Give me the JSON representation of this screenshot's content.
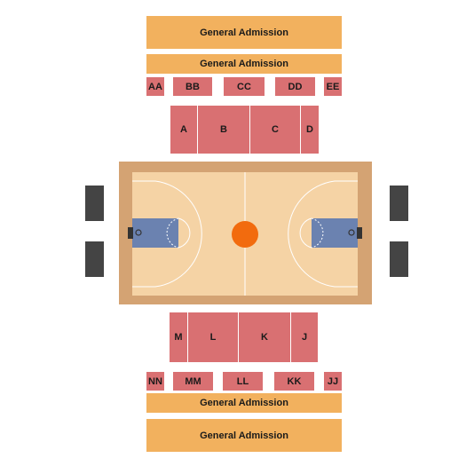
{
  "colors": {
    "general_admission": "#f2b15e",
    "reserved": "#d97072",
    "court_border": "#d4a373",
    "court_floor": "#f5d3a5",
    "paint": "#6b82b0",
    "center_ball": "#f26b0e",
    "vomitory": "#444444"
  },
  "sections": {
    "top_ga_outer": "General Admission",
    "top_ga_inner": "General Admission",
    "bottom_ga_inner": "General Admission",
    "bottom_ga_outer": "General Admission",
    "top_row": [
      "AA",
      "BB",
      "CC",
      "DD",
      "EE"
    ],
    "top_block": [
      "A",
      "B",
      "C",
      "D"
    ],
    "bottom_block": [
      "M",
      "L",
      "K",
      "J"
    ],
    "bottom_row": [
      "NN",
      "MM",
      "LL",
      "KK",
      "JJ"
    ]
  },
  "icons": {
    "court": "basketball-court-icon",
    "entrances": "vomitory-icon"
  }
}
